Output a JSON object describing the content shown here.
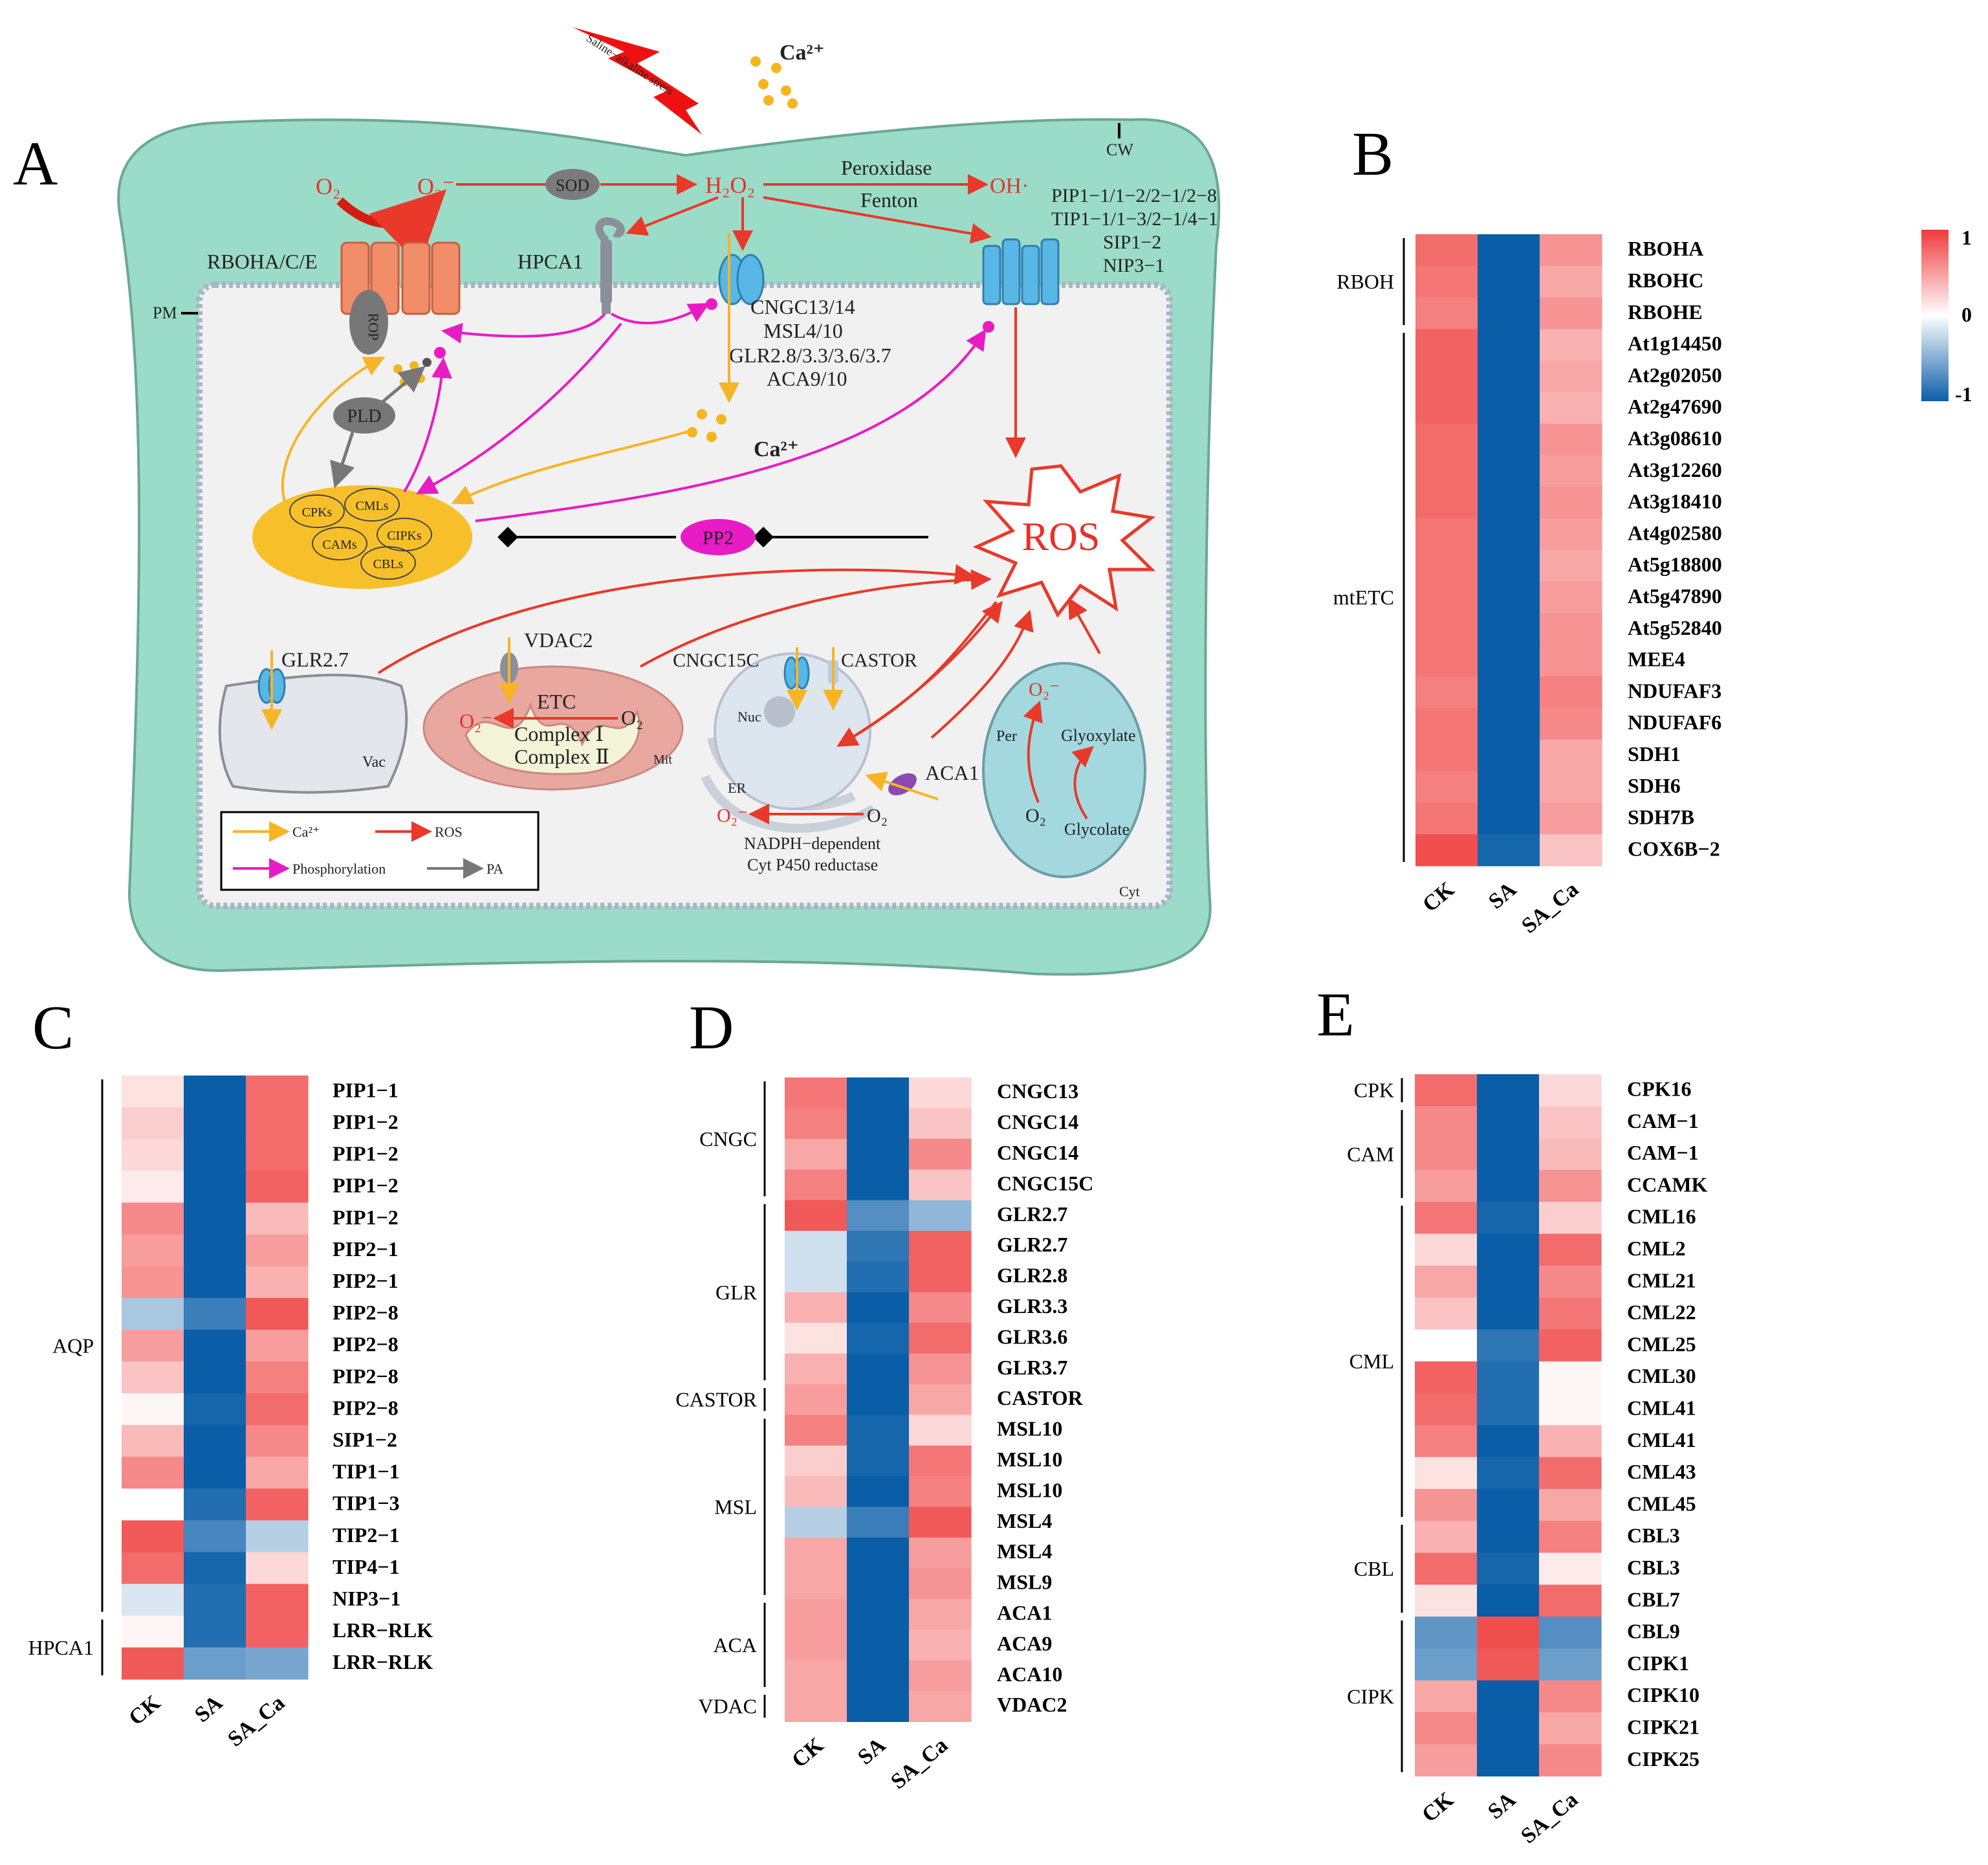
{
  "panels": {
    "a": "A",
    "b": "B",
    "c": "C",
    "d": "D",
    "e": "E"
  },
  "diagram": {
    "stress": "Saline−alkaline stress",
    "ca_top": "Ca²⁺",
    "cw": "CW",
    "pm": "PM",
    "o2_left": "O₂",
    "o2minus_left": "O₂⁻",
    "sod": "SOD",
    "h2o2": "H₂O₂",
    "peroxidase": "Peroxidase",
    "fenton": "Fenton",
    "oh": "OH·",
    "aqp_list": [
      "PIP1−1/1−2/2−1/2−8",
      "TIP1−1/1−3/2−1/4−1",
      "SIP1−2",
      "NIP3−1"
    ],
    "rboh_label": "RBOHA/C/E",
    "rop": "ROP",
    "hpca1": "HPCA1",
    "channel_list": [
      "CNGC13/14",
      "MSL4/10",
      "GLR2.8/3.3/3.6/3.7",
      "ACA9/10"
    ],
    "pld": "PLD",
    "ca_mid": "Ca²⁺",
    "sensors": [
      "CPKs",
      "CMLs",
      "CIPKs",
      "CAMs",
      "CBLs"
    ],
    "pp2": "PP2",
    "ros": "ROS",
    "glr27": "GLR2.7",
    "vac": "Vac",
    "vdac2": "VDAC2",
    "etc": "ETC",
    "o2minus_mit": "O₂⁻",
    "o2_mit": "O₂",
    "complex1": "Complex Ⅰ",
    "complex2": "Complex Ⅱ",
    "mit": "Mit",
    "cngc15c": "CNGC15C",
    "castor": "CASTOR",
    "nuc": "Nuc",
    "er": "ER",
    "aca1": "ACA1",
    "o2minus_er": "O₂⁻",
    "o2_er": "O₂",
    "nadph": "NADPH−dependent",
    "cyt_p450": "Cyt P450 reductase",
    "per": "Per",
    "o2minus_per": "O₂⁻",
    "glyoxylate": "Glyoxylate",
    "o2_per": "O₂",
    "glycolate": "Glycolate",
    "cyt": "Cyt",
    "legend": {
      "ca": "Ca²⁺",
      "ros": "ROS",
      "phos": "Phosphorylation",
      "pa": "PA"
    }
  },
  "colors": {
    "cell": "#9bdcc8",
    "cyto": "#f1f1f1",
    "arrow_ca": "#f7b425",
    "arrow_ros": "#e8392a",
    "arrow_phos": "#e81cc4",
    "arrow_pa": "#777777",
    "sensor": "#f7c02b",
    "pp2": "#e81cc4"
  },
  "colorbar": {
    "max": "1",
    "mid": "0",
    "min": "-1"
  },
  "columns": [
    "CK",
    "SA",
    "SA_Ca"
  ],
  "chart_data": [
    {
      "type": "heatmap",
      "panel": "B",
      "columns": [
        "CK",
        "SA",
        "SA_Ca"
      ],
      "vmin": -1,
      "vmax": 1,
      "rows": [
        "RBOHA",
        "RBOHC",
        "RBOHE",
        "At1g14450",
        "At2g02050",
        "At2g47690",
        "At3g08610",
        "At3g12260",
        "At3g18410",
        "At4g02580",
        "At5g18800",
        "At5g47890",
        "At5g52840",
        "MEE4",
        "NDUFAF3",
        "NDUFAF6",
        "SDH1",
        "SDH6",
        "SDH7B",
        "COX6B−2"
      ],
      "values": [
        [
          0.75,
          -1,
          0.55
        ],
        [
          0.7,
          -1,
          0.45
        ],
        [
          0.65,
          -1,
          0.55
        ],
        [
          0.8,
          -1,
          0.4
        ],
        [
          0.8,
          -1,
          0.45
        ],
        [
          0.8,
          -1,
          0.4
        ],
        [
          0.75,
          -1,
          0.55
        ],
        [
          0.75,
          -1,
          0.5
        ],
        [
          0.75,
          -1,
          0.55
        ],
        [
          0.7,
          -1,
          0.5
        ],
        [
          0.7,
          -1,
          0.45
        ],
        [
          0.7,
          -1,
          0.5
        ],
        [
          0.7,
          -1,
          0.55
        ],
        [
          0.7,
          -1,
          0.55
        ],
        [
          0.65,
          -1,
          0.65
        ],
        [
          0.7,
          -1,
          0.6
        ],
        [
          0.7,
          -1,
          0.45
        ],
        [
          0.65,
          -1,
          0.45
        ],
        [
          0.7,
          -1,
          0.5
        ],
        [
          0.9,
          -0.95,
          0.3
        ]
      ],
      "groups": [
        {
          "name": "RBOH",
          "start": 0,
          "end": 2
        },
        {
          "name": "mtETC",
          "start": 3,
          "end": 19
        }
      ]
    },
    {
      "type": "heatmap",
      "panel": "C",
      "columns": [
        "CK",
        "SA",
        "SA_Ca"
      ],
      "vmin": -1,
      "vmax": 1,
      "rows": [
        "PIP1−1",
        "PIP1−2",
        "PIP1−2",
        "PIP1−2",
        "PIP1−2",
        "PIP2−1",
        "PIP2−1",
        "PIP2−8",
        "PIP2−8",
        "PIP2−8",
        "PIP2−8",
        "SIP1−2",
        "TIP1−1",
        "TIP1−3",
        "TIP2−1",
        "TIP4−1",
        "NIP3−1",
        "LRR−RLK",
        "LRR−RLK"
      ],
      "values": [
        [
          0.15,
          -1,
          0.75
        ],
        [
          0.25,
          -1,
          0.75
        ],
        [
          0.2,
          -1,
          0.75
        ],
        [
          0.1,
          -1,
          0.8
        ],
        [
          0.6,
          -1,
          0.35
        ],
        [
          0.5,
          -1,
          0.5
        ],
        [
          0.55,
          -1,
          0.4
        ],
        [
          -0.35,
          -0.8,
          0.85
        ],
        [
          0.5,
          -1,
          0.5
        ],
        [
          0.3,
          -1,
          0.65
        ],
        [
          0.05,
          -0.95,
          0.75
        ],
        [
          0.35,
          -1,
          0.6
        ],
        [
          0.6,
          -1,
          0.45
        ],
        [
          0.0,
          -0.9,
          0.8
        ],
        [
          0.85,
          -0.75,
          -0.3
        ],
        [
          0.75,
          -0.95,
          0.2
        ],
        [
          -0.15,
          -0.9,
          0.8
        ],
        [
          0.05,
          -0.9,
          0.8
        ],
        [
          0.85,
          -0.6,
          -0.55
        ]
      ],
      "groups": [
        {
          "name": "AQP",
          "start": 0,
          "end": 16
        },
        {
          "name": "HPCA1",
          "start": 17,
          "end": 18
        }
      ]
    },
    {
      "type": "heatmap",
      "panel": "D",
      "columns": [
        "CK",
        "SA",
        "SA_Ca"
      ],
      "vmin": -1,
      "vmax": 1,
      "rows": [
        "CNGC13",
        "CNGC14",
        "CNGC14",
        "CNGC15C",
        "GLR2.7",
        "GLR2.7",
        "GLR2.8",
        "GLR3.3",
        "GLR3.6",
        "GLR3.7",
        "CASTOR",
        "MSL10",
        "MSL10",
        "MSL10",
        "MSL4",
        "MSL4",
        "MSL9",
        "ACA1",
        "ACA9",
        "ACA10",
        "VDAC2"
      ],
      "values": [
        [
          0.7,
          -1,
          0.2
        ],
        [
          0.65,
          -1,
          0.3
        ],
        [
          0.45,
          -1,
          0.6
        ],
        [
          0.65,
          -1,
          0.3
        ],
        [
          0.85,
          -0.7,
          -0.45
        ],
        [
          -0.2,
          -0.85,
          0.8
        ],
        [
          -0.2,
          -0.9,
          0.8
        ],
        [
          0.4,
          -1,
          0.6
        ],
        [
          0.15,
          -0.95,
          0.75
        ],
        [
          0.4,
          -1,
          0.55
        ],
        [
          0.5,
          -1,
          0.45
        ],
        [
          0.65,
          -0.95,
          0.2
        ],
        [
          0.25,
          -0.95,
          0.7
        ],
        [
          0.35,
          -1,
          0.65
        ],
        [
          -0.3,
          -0.8,
          0.85
        ],
        [
          0.45,
          -1,
          0.5
        ],
        [
          0.45,
          -1,
          0.55
        ],
        [
          0.5,
          -1,
          0.45
        ],
        [
          0.5,
          -1,
          0.4
        ],
        [
          0.45,
          -1,
          0.5
        ],
        [
          0.45,
          -1,
          0.45
        ]
      ],
      "groups": [
        {
          "name": "CNGC",
          "start": 0,
          "end": 3
        },
        {
          "name": "GLR",
          "start": 4,
          "end": 9
        },
        {
          "name": "CASTOR",
          "start": 10,
          "end": 10
        },
        {
          "name": "MSL",
          "start": 11,
          "end": 16
        },
        {
          "name": "ACA",
          "start": 17,
          "end": 19
        },
        {
          "name": "VDAC",
          "start": 20,
          "end": 20
        }
      ]
    },
    {
      "type": "heatmap",
      "panel": "E",
      "columns": [
        "CK",
        "SA",
        "SA_Ca"
      ],
      "vmin": -1,
      "vmax": 1,
      "rows": [
        "CPK16",
        "CAM−1",
        "CAM−1",
        "CCAMK",
        "CML16",
        "CML2",
        "CML21",
        "CML22",
        "CML25",
        "CML30",
        "CML41",
        "CML41",
        "CML43",
        "CML45",
        "CBL3",
        "CBL3",
        "CBL7",
        "CBL9",
        "CIPK1",
        "CIPK10",
        "CIPK21",
        "CIPK25"
      ],
      "values": [
        [
          0.75,
          -1,
          0.2
        ],
        [
          0.6,
          -1,
          0.3
        ],
        [
          0.6,
          -1,
          0.35
        ],
        [
          0.5,
          -1,
          0.55
        ],
        [
          0.7,
          -0.95,
          0.25
        ],
        [
          0.2,
          -1,
          0.75
        ],
        [
          0.45,
          -1,
          0.6
        ],
        [
          0.3,
          -1,
          0.7
        ],
        [
          0.0,
          -0.85,
          0.8
        ],
        [
          0.8,
          -0.9,
          0.05
        ],
        [
          0.75,
          -0.9,
          0.05
        ],
        [
          0.65,
          -1,
          0.4
        ],
        [
          0.15,
          -0.95,
          0.75
        ],
        [
          0.55,
          -1,
          0.45
        ],
        [
          0.4,
          -1,
          0.65
        ],
        [
          0.75,
          -0.95,
          0.1
        ],
        [
          0.15,
          -1,
          0.75
        ],
        [
          -0.65,
          0.9,
          -0.7
        ],
        [
          -0.6,
          0.85,
          -0.6
        ],
        [
          0.45,
          -1,
          0.6
        ],
        [
          0.6,
          -1,
          0.45
        ],
        [
          0.5,
          -1,
          0.6
        ]
      ],
      "groups": [
        {
          "name": "CPK",
          "start": 0,
          "end": 0
        },
        {
          "name": "CAM",
          "start": 1,
          "end": 3
        },
        {
          "name": "CML",
          "start": 4,
          "end": 13
        },
        {
          "name": "CBL",
          "start": 14,
          "end": 16
        },
        {
          "name": "CIPK",
          "start": 17,
          "end": 21
        }
      ]
    }
  ]
}
